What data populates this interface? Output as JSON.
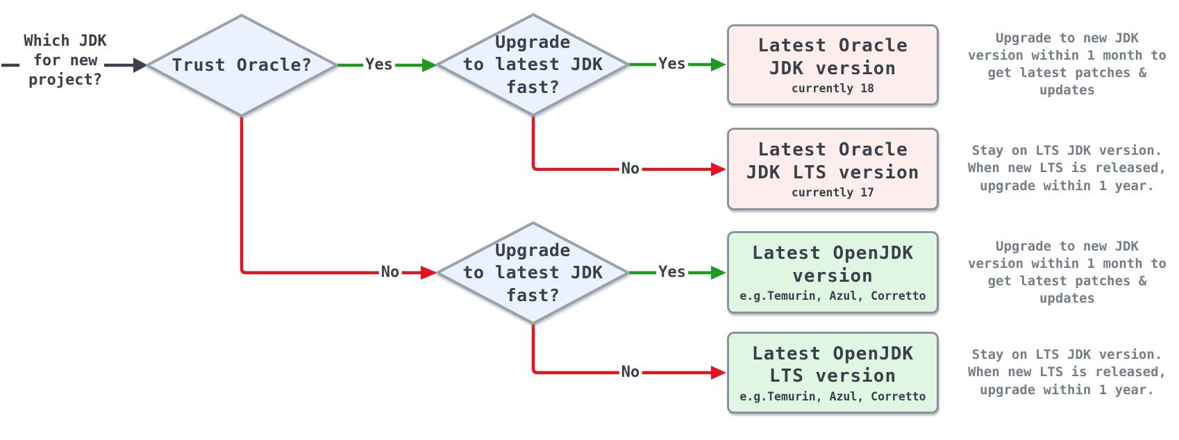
{
  "colors": {
    "yes_green": "#1d9b1f",
    "no_red": "#e3141e",
    "arrow_dark": "#3c434d",
    "text_dark": "#39404a",
    "note_gray": "#747d88",
    "diamond_fill": "#ebf2fd",
    "diamond_border": "#99a1ac",
    "box_border": "#8b929c",
    "oracle_fill": "#fdeeed",
    "openjdk_fill": "#dff6e2"
  },
  "start": {
    "label": "Which JDK\nfor new\nproject?"
  },
  "decisions": {
    "trust_oracle": {
      "label": "Trust Oracle?"
    },
    "upgrade_fast_oracle": {
      "label": "Upgrade\nto latest JDK\nfast?"
    },
    "upgrade_fast_openjdk": {
      "label": "Upgrade\nto latest JDK\nfast?"
    }
  },
  "edges": {
    "trust_yes": {
      "label": "Yes"
    },
    "trust_no": {
      "label": "No"
    },
    "oracle_fast_yes": {
      "label": "Yes"
    },
    "oracle_fast_no": {
      "label": "No"
    },
    "openjdk_fast_yes": {
      "label": "Yes"
    },
    "openjdk_fast_no": {
      "label": "No"
    }
  },
  "outcomes": {
    "oracle_latest": {
      "title": "Latest Oracle\nJDK version",
      "subtitle": "currently 18"
    },
    "oracle_lts": {
      "title": "Latest Oracle\nJDK LTS version",
      "subtitle": "currently 17"
    },
    "openjdk_latest": {
      "title": "Latest OpenJDK\nversion",
      "subtitle": "e.g.Temurin, Azul, Corretto"
    },
    "openjdk_lts": {
      "title": "Latest OpenJDK\nLTS version",
      "subtitle": "e.g.Temurin, Azul, Corretto"
    }
  },
  "notes": {
    "upgrade_policy_oracle": "Upgrade to new JDK\nversion within 1 month to\nget latest patches &\nupdates",
    "lts_policy_oracle": "Stay on LTS JDK version.\nWhen new LTS is released,\nupgrade within 1 year.",
    "upgrade_policy_openjdk": "Upgrade to new JDK\nversion within 1 month to\nget latest patches &\nupdates",
    "lts_policy_openjdk": "Stay on LTS JDK version.\nWhen new LTS is released,\nupgrade within 1 year."
  }
}
